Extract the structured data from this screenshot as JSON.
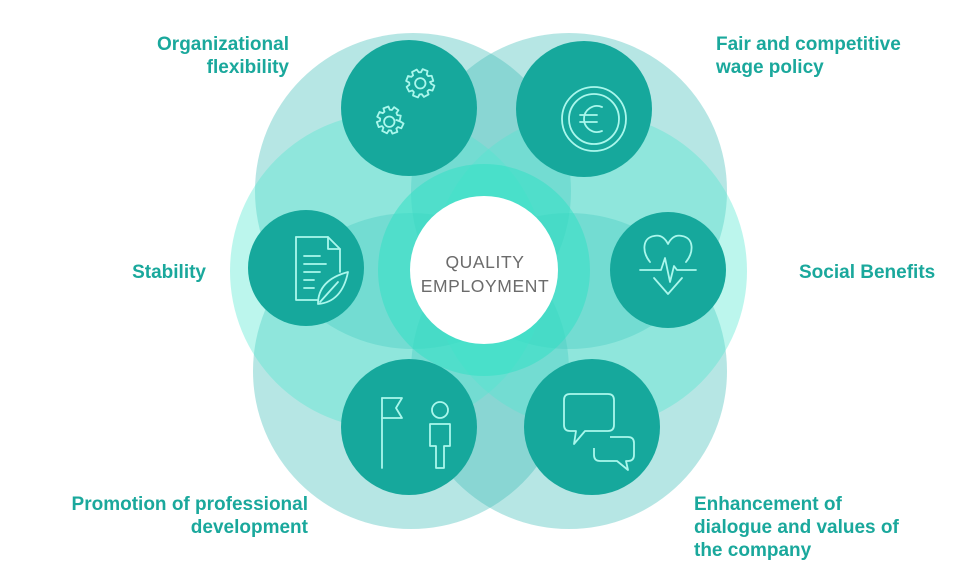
{
  "center": {
    "line1": "QUALITY",
    "line2": "EMPLOYMENT"
  },
  "colors": {
    "accent": "#1aa89c",
    "node_fill": "#16a89c",
    "center_text": "#6b6b6b"
  },
  "factors": [
    {
      "id": "organizational-flexibility",
      "icon": "gears-icon",
      "label": [
        "Organizational",
        "flexibility"
      ]
    },
    {
      "id": "fair-wage-policy",
      "icon": "euro-coin-icon",
      "label": [
        "Fair and competitive",
        "wage policy"
      ]
    },
    {
      "id": "social-benefits",
      "icon": "heart-pulse-icon",
      "label": [
        "Social Benefits"
      ]
    },
    {
      "id": "dialogue-values",
      "icon": "chat-bubbles-icon",
      "label": [
        "Enhancement of",
        "dialogue and values of",
        "the company"
      ]
    },
    {
      "id": "professional-development",
      "icon": "flag-person-icon",
      "label": [
        "Promotion of professional",
        "development"
      ]
    },
    {
      "id": "stability",
      "icon": "document-leaf-icon",
      "label": [
        "Stability"
      ]
    }
  ]
}
